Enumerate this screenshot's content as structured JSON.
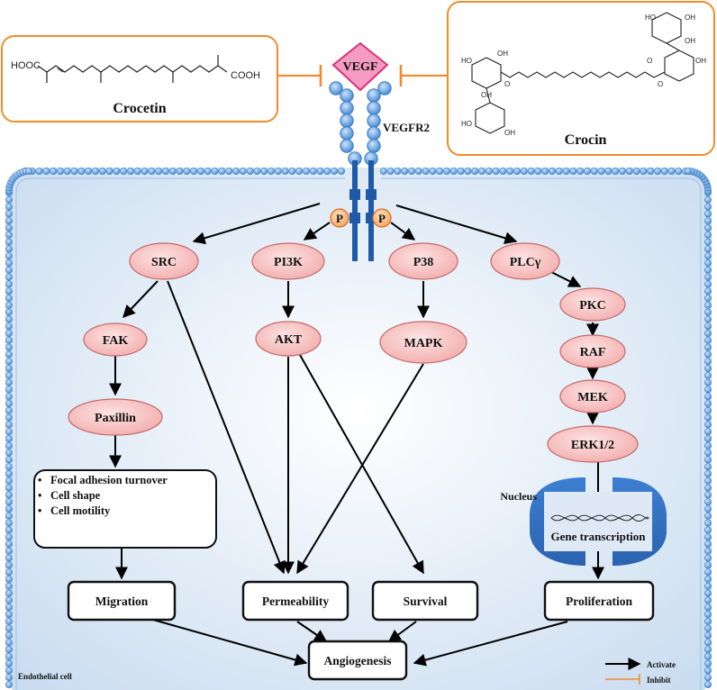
{
  "ligand": "VEGF",
  "receptor": "VEGFR2",
  "phospho": [
    "P",
    "P"
  ],
  "compounds": {
    "crocetin": {
      "name": "Crocetin",
      "left_group": "HOOC",
      "right_group": "COOH"
    },
    "crocin": {
      "name": "Crocin",
      "ring_labels": [
        "HO",
        "OH",
        "OH",
        "O",
        "OH",
        "HO",
        "HO",
        "OH",
        "OH",
        "O",
        "OH",
        "O"
      ]
    }
  },
  "pathways": {
    "src": {
      "label": "SRC",
      "chain": [
        "FAK",
        "Paxillin"
      ]
    },
    "pi3k": {
      "label": "PI3K",
      "chain": [
        "AKT"
      ]
    },
    "p38": {
      "label": "P38",
      "chain": [
        "MAPK"
      ]
    },
    "plc": {
      "label": "PLCγ",
      "chain": [
        "PKC",
        "RAF",
        "MEK",
        "ERK1/2"
      ]
    }
  },
  "effects_box": [
    "Focal adhesion turnover",
    "Cell shape",
    "Cell motility"
  ],
  "nucleus": {
    "label": "Nucleus",
    "process": "Gene transcription"
  },
  "outcomes": [
    "Migration",
    "Permeability",
    "Survival",
    "Proliferation"
  ],
  "final": "Angiogenesis",
  "cell_label": "Endothelial cell",
  "legend": {
    "activate": "Activate",
    "inhibit": "Inhibit"
  },
  "colors": {
    "node_fill": "#f7c6c6",
    "node_stroke": "#c46a6a",
    "vegf_fill": "#f59ac1",
    "vegf_stroke": "#d6337a",
    "receptor": "#5b9bd5",
    "membrane": "#7aa7dc",
    "cell_fill": "#dde9f6",
    "inhibit": "#f08c2b",
    "compound_border": "#f08c2b"
  }
}
